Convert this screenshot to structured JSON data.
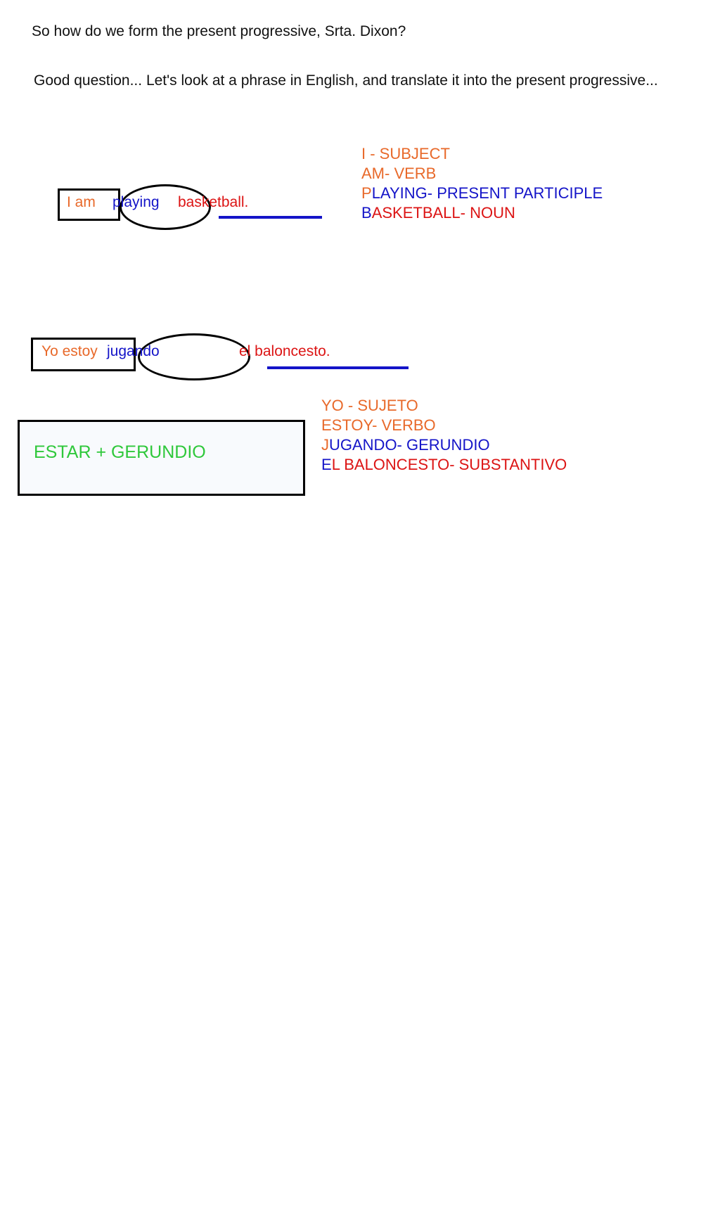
{
  "question": "So how do we form the present progressive, Srta. Dixon?",
  "answer": "Good question... Let's look at a phrase in English, and translate it into the present progressive...",
  "english_sentence": {
    "subject": "I am",
    "participle": "playing",
    "noun": "basketball."
  },
  "english_legend": {
    "subject": "I - SUBJECT",
    "verb": "AM-  VERB",
    "participle_first": "P",
    "participle_rest": "LAYING- PRESENT PARTICIPLE",
    "noun_first": "B",
    "noun_rest": "ASKETBALL- NOUN"
  },
  "spanish_sentence": {
    "subject": "Yo estoy",
    "gerund": "jugando",
    "noun": "el baloncesto."
  },
  "spanish_legend": {
    "subject": "YO - SUJETO",
    "verb": "ESTOY-  VERBO",
    "gerund_first": "J",
    "gerund_rest": "UGANDO- GERUNDIO",
    "noun_first": "E",
    "noun_rest": "L BALONCESTO- SUBSTANTIVO"
  },
  "formula": "ESTAR + GERUNDIO",
  "colors": {
    "subject": "#e8692a",
    "verb_part": "#1414c8",
    "noun": "#dc1414",
    "formula": "#2fc83b"
  }
}
